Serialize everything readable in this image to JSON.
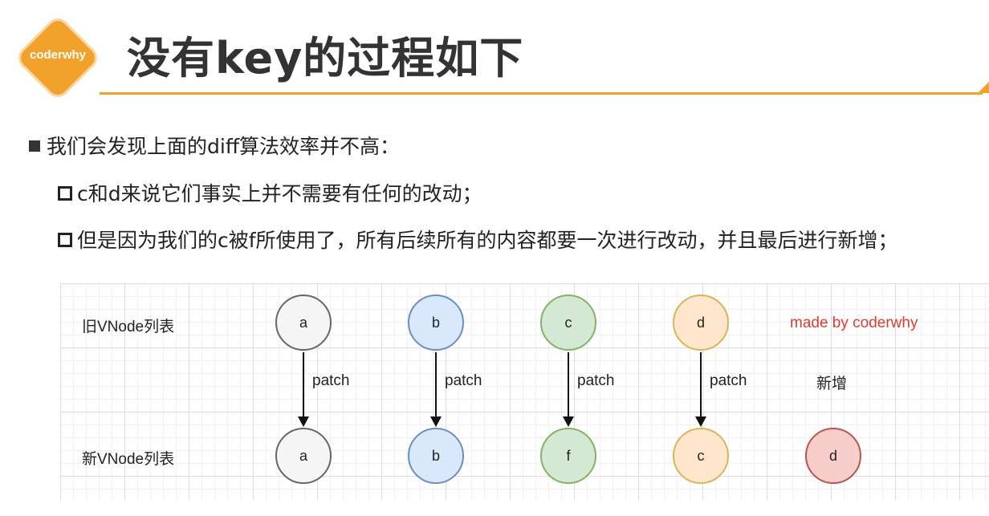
{
  "header": {
    "logo_text": "coderwhy",
    "title": "没有key的过程如下"
  },
  "bullets": {
    "main": "我们会发现上面的diff算法效率并不高：",
    "sub1": "c和d来说它们事实上并不需要有任何的改动；",
    "sub2": "但是因为我们的c被f所使用了，所有后续所有的内容都要一次进行改动，并且最后进行新增；"
  },
  "diagram": {
    "old_label": "旧VNode列表",
    "new_label": "新VNode列表",
    "watermark": "made by coderwhy",
    "added_label": "新增",
    "patch_label": "patch",
    "old_nodes": [
      {
        "text": "a",
        "fill": "#f5f5f5",
        "stroke": "#666666"
      },
      {
        "text": "b",
        "fill": "#dae8fc",
        "stroke": "#6c8ebf"
      },
      {
        "text": "c",
        "fill": "#d5e8d4",
        "stroke": "#82b366"
      },
      {
        "text": "d",
        "fill": "#ffe6cc",
        "stroke": "#d6b656"
      }
    ],
    "new_nodes": [
      {
        "text": "a",
        "fill": "#f5f5f5",
        "stroke": "#666666"
      },
      {
        "text": "b",
        "fill": "#dae8fc",
        "stroke": "#6c8ebf"
      },
      {
        "text": "f",
        "fill": "#d5e8d4",
        "stroke": "#82b366"
      },
      {
        "text": "c",
        "fill": "#ffe6cc",
        "stroke": "#d6b656"
      },
      {
        "text": "d",
        "fill": "#f8cecc",
        "stroke": "#b85450"
      }
    ]
  }
}
